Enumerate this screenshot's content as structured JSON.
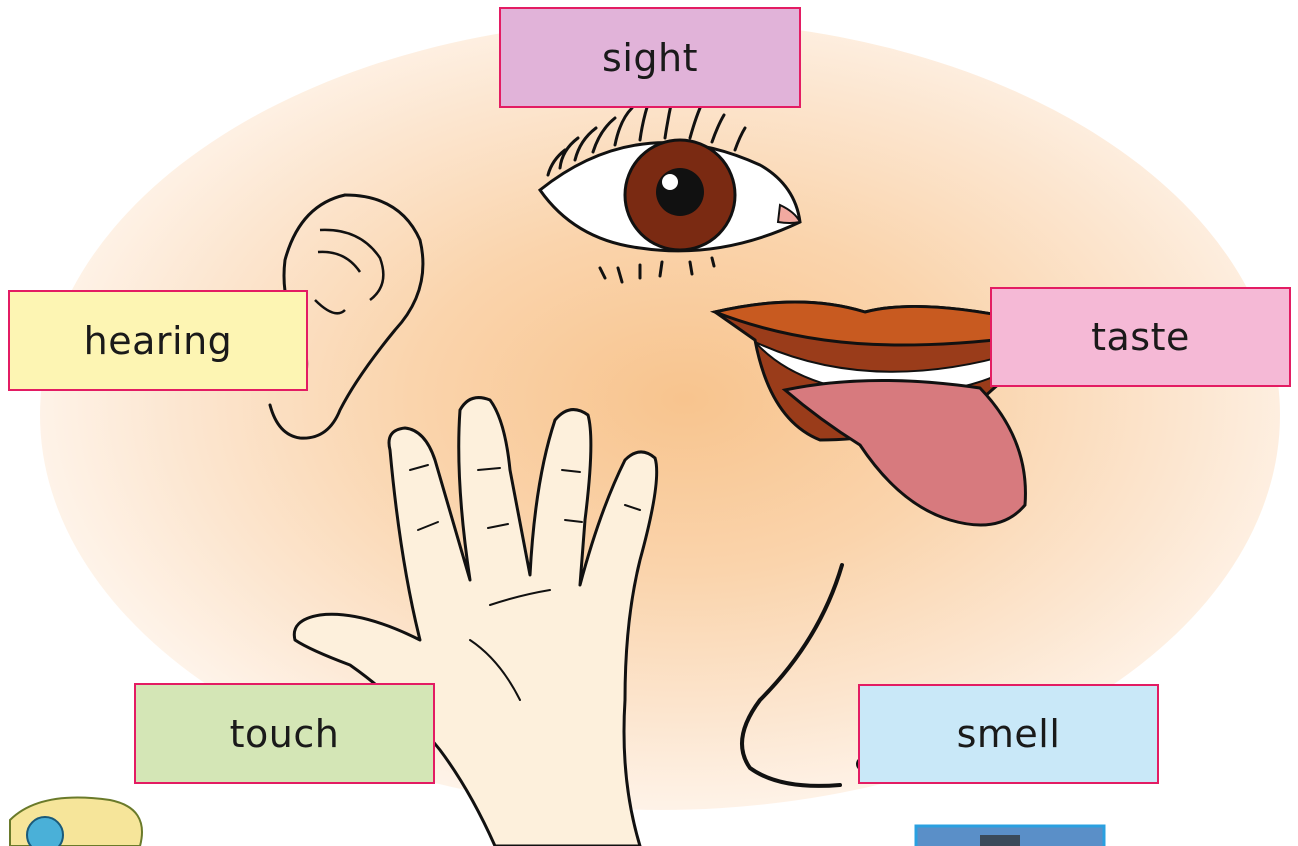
{
  "colors": {
    "label_border": "#e31c63",
    "sight": "#e1b3d9",
    "hearing": "#fdf5b3",
    "taste": "#f5b9d6",
    "touch": "#d4e6b6",
    "smell": "#c9e8f8",
    "iris": "#7a2a12",
    "lips": "#c85a20",
    "tongue": "#d77a7e",
    "skin": "#fdf0dc"
  },
  "labels": {
    "sight": "sight",
    "hearing": "hearing",
    "taste": "taste",
    "touch": "touch",
    "smell": "smell"
  }
}
